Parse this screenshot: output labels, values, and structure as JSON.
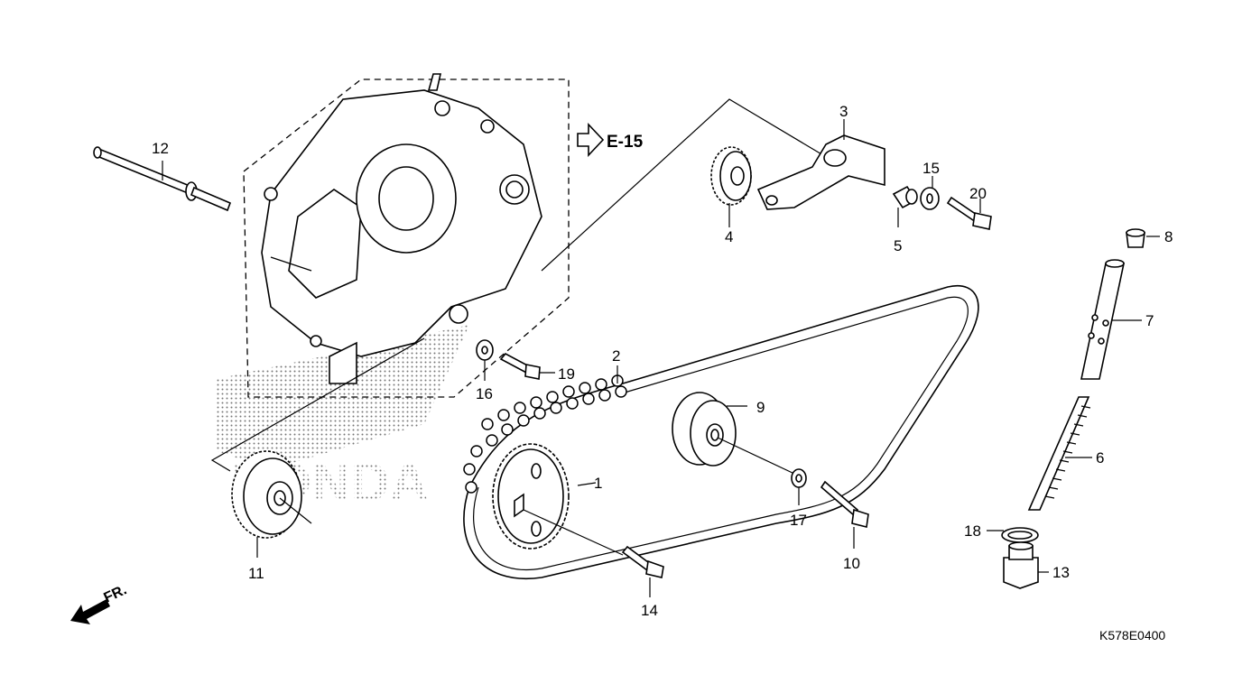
{
  "diagram": {
    "title": "Cam Chain / Tensioner exploded view",
    "reference_arrow": "E-15",
    "front_indicator": "FR.",
    "drawing_code": "K578E0400",
    "watermark": "HONDA",
    "callouts": [
      {
        "id": "1",
        "part": "cam-sprocket"
      },
      {
        "id": "2",
        "part": "cam-chain"
      },
      {
        "id": "3",
        "part": "tensioner-arm"
      },
      {
        "id": "4",
        "part": "guide-roller"
      },
      {
        "id": "5",
        "part": "collar"
      },
      {
        "id": "6",
        "part": "tensioner-spring"
      },
      {
        "id": "7",
        "part": "tensioner-pipe"
      },
      {
        "id": "8",
        "part": "cap"
      },
      {
        "id": "9",
        "part": "guide-roller-pulley"
      },
      {
        "id": "10",
        "part": "bolt"
      },
      {
        "id": "11",
        "part": "drive-sprocket"
      },
      {
        "id": "12",
        "part": "shaft-bolt"
      },
      {
        "id": "13",
        "part": "sealing-bolt"
      },
      {
        "id": "14",
        "part": "flange-bolt"
      },
      {
        "id": "15",
        "part": "washer"
      },
      {
        "id": "16",
        "part": "washer"
      },
      {
        "id": "17",
        "part": "washer"
      },
      {
        "id": "18",
        "part": "sealing-washer"
      },
      {
        "id": "19",
        "part": "flange-bolt"
      },
      {
        "id": "20",
        "part": "flange-bolt"
      }
    ]
  }
}
